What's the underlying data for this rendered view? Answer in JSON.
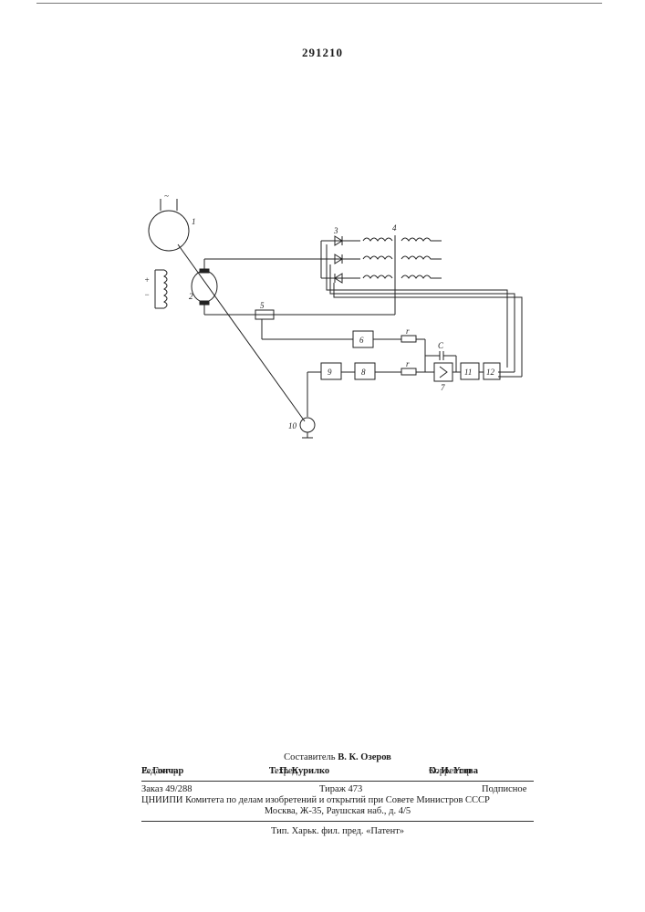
{
  "patent_number": "291210",
  "diagram": {
    "labels": {
      "generator": "1",
      "motor": "2",
      "thyristors": "3",
      "reactors": "4",
      "current_sensor": "5",
      "block_6": "6",
      "amplifier": "7",
      "block_8": "8",
      "block_9": "9",
      "tachogenerator": "10",
      "block_11": "11",
      "block_12": "12",
      "resistor_r1": "r",
      "resistor_r2": "r",
      "capacitor": "C",
      "plus": "+",
      "minus": "−",
      "ac_symbol": "~"
    }
  },
  "footer": {
    "compiler_label": "Составитель",
    "compiler_name": "В. К. Озеров",
    "editor_label": "Редактор",
    "editor_name": "Е. Гончар",
    "techred_label": "Техред",
    "techred_name": "Т. П. Курилко",
    "corrector_label": "Корректор",
    "corrector_name": "О. И. Усова",
    "order": "Заказ 49/288",
    "circulation": "Тираж 473",
    "subscription": "Подписное",
    "organization": "ЦНИИПИ Комитета по делам изобретений и открытий при Совете Министров СССР",
    "address": "Москва, Ж-35, Раушская наб., д. 4/5",
    "printer": "Тип. Харьк. фил. пред. «Патент»"
  }
}
